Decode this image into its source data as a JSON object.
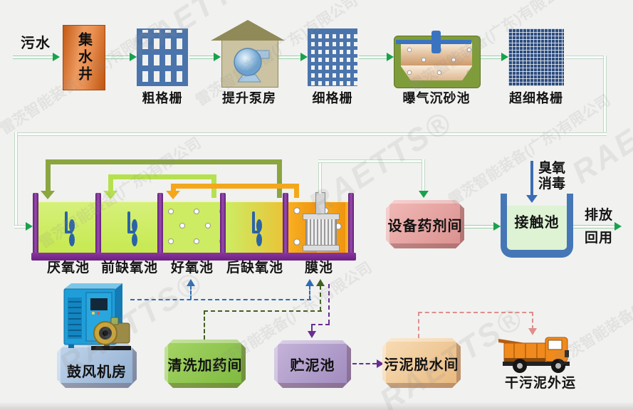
{
  "watermark": {
    "company_cn": "雷茨智能装备(广东)有限公司",
    "brand": "RAETTS®"
  },
  "top_row": {
    "inflow_label": "污水",
    "collecting_well": "集水井",
    "coarse_screen": "粗格栅",
    "lift_pump_house": "提升泵房",
    "fine_screen": "细格栅",
    "aerated_grit_chamber": "曝气沉砂池",
    "ultrafine_screen": "超细格栅"
  },
  "tanks": [
    {
      "label": "厌氧池"
    },
    {
      "label": "前缺氧池"
    },
    {
      "label": "好氧池"
    },
    {
      "label": "后缺氧池"
    },
    {
      "label": "膜池"
    }
  ],
  "treatment": {
    "chemical_room": "设备药剂间",
    "ozone_line1": "臭氧",
    "ozone_line2": "消毒",
    "contact_tank": "接触池",
    "discharge": "排放",
    "reuse": "回用"
  },
  "bottom_row": {
    "blower_room": "鼓风机房",
    "cleaning_dosing_room": "清洗加药间",
    "sludge_storage_tank": "贮泥池",
    "sludge_dewatering_room": "污泥脱水间",
    "truck_label": "干污泥外运"
  },
  "colors": {
    "pipe_green": "#9ccfa9",
    "arrow_green": "#18a24c",
    "recycle_olive": "#8ba53f",
    "recycle_light_green": "#b6e14f",
    "recycle_orange": "#f4a71a",
    "tank_wall_purple": "#7b2b94",
    "tank_liquid_green": "#cdec63",
    "membrane_liquid_orange": "#f6a41c",
    "collect_well_orange": "#e07a2e",
    "screen_blue": "#4a74ac",
    "ultrafine_navy": "#2e4d7e",
    "chemical_room_pink": "#e2a19f",
    "contact_tank_blue": "#4577b6",
    "contact_liquid_green": "#def2d4",
    "ozone_arrow_blue": "#3a6cb3",
    "air_dash_blue": "#2e6db4",
    "chem_dash_green": "#42601f",
    "sludge_dash_purple": "#6a2d91",
    "dry_sludge_dash_pink": "#dd8f8c",
    "blower_box_blue": "#a9c3de",
    "cleaning_box_green": "#8dc653",
    "storage_box_purple": "#b3a0cc",
    "dewatering_box_tan": "#f2cfa2",
    "truck_orange": "#f08a1c"
  },
  "icons": {
    "coarse_screen": "grid-screen-icon",
    "fine_screen": "grid-screen-icon",
    "ultrafine_screen": "dense-grid-screen-icon",
    "lift_pump_house": "house-pump-icon",
    "aerated_grit_chamber": "aeration-basin-icon",
    "mixer": "mixer-impeller-icon",
    "membrane_module": "membrane-module-icon",
    "blower": "turbo-blower-icon",
    "truck": "dump-truck-icon"
  }
}
